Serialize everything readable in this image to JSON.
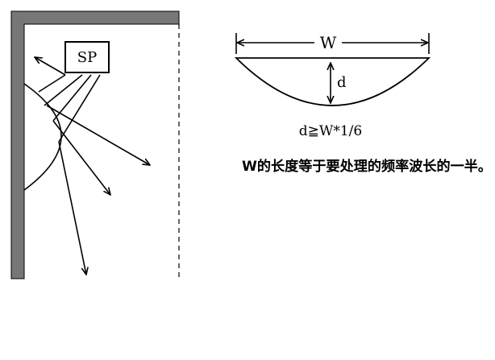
{
  "room_diagram": {
    "speaker_label": "SP"
  },
  "diffuser_diagram": {
    "width_label": "W",
    "depth_label": "d",
    "formula": "d≧W*1/6",
    "caption": "W的长度等于要处理的频率波长的一半。"
  },
  "colors": {
    "wall": "#777777",
    "line": "#000000",
    "background": "#ffffff"
  }
}
